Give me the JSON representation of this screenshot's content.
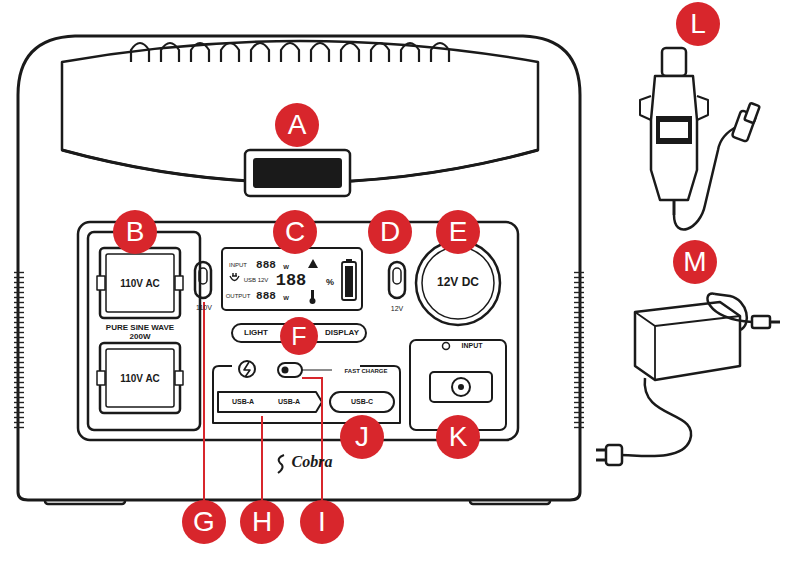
{
  "diagram": {
    "nodes": [
      {
        "text": [
          "A"
        ]
      },
      {
        "text": [
          "B"
        ]
      },
      {
        "text": [
          "C"
        ]
      },
      {
        "text": [
          "D"
        ]
      },
      {
        "text": [
          "E"
        ]
      },
      {
        "text": [
          "F"
        ]
      },
      {
        "text": [
          "G"
        ]
      },
      {
        "text": [
          "H"
        ]
      },
      {
        "text": [
          "I"
        ]
      },
      {
        "text": [
          "J"
        ]
      },
      {
        "text": [
          "K"
        ]
      },
      {
        "text": [
          "L"
        ]
      },
      {
        "text": [
          "M"
        ]
      }
    ],
    "labels": [
      "110V AC",
      "PURE SINE WAVE 200W",
      "110V AC",
      "110V",
      "INPUT",
      "USB 12V",
      "OUTPUT",
      "888",
      "W",
      "188",
      "%",
      "888",
      "W",
      "LIGHT",
      "DISPLAY",
      "12V",
      "12V DC",
      "FAST CHARGE",
      "USB-A",
      "USB-A",
      "USB-C",
      "INPUT",
      "Cobra"
    ]
  }
}
